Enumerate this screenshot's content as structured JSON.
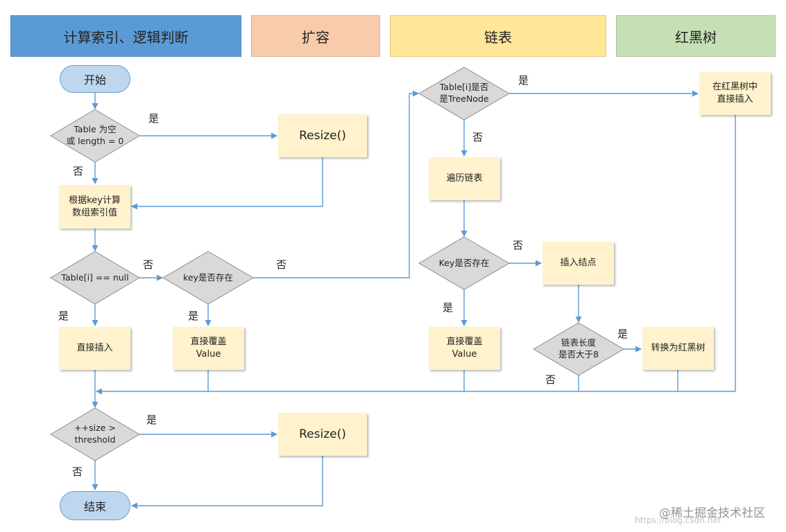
{
  "lanes": {
    "hash": "计算索引、逻辑判断",
    "resize": "扩容",
    "list": "链表",
    "rbtree": "红黑树"
  },
  "nodes": {
    "start": "开始",
    "d_empty_1": "Table 为空",
    "d_empty_2": "或 length = 0",
    "resize_1": "Resize()",
    "calc_1": "根据key计算",
    "calc_2": "数组索引值",
    "d_null": "Table[i] == null",
    "d_key1": "key是否存在",
    "direct_insert": "直接插入",
    "override1_1": "直接覆盖",
    "override1_2": "Value",
    "d_tree_1": "Table[i]是否",
    "d_tree_2": "是TreeNode",
    "rb_insert_1": "在红黑树中",
    "rb_insert_2": "直接插入",
    "traverse": "遍历链表",
    "d_key2": "Key是否存在",
    "insert_node": "插入结点",
    "override2_1": "直接覆盖",
    "override2_2": "Value",
    "d_len_1": "链表长度",
    "d_len_2": "是否大于8",
    "to_rbtree": "转换为红黑树",
    "d_size_1": "++size >",
    "d_size_2": "threshold",
    "resize_2": "Resize()",
    "end": "结束"
  },
  "labels": {
    "empty_yes": "是",
    "empty_no": "否",
    "null_no": "否",
    "null_yes": "是",
    "key1_no": "否",
    "key1_yes": "是",
    "tree_yes": "是",
    "tree_no": "否",
    "key2_no": "否",
    "key2_yes": "是",
    "len_yes": "是",
    "len_no": "否",
    "size_yes": "是",
    "size_no": "否"
  },
  "watermark": {
    "line1": "@稀土掘金技术社区",
    "line2": "https://blog.csdn.net"
  },
  "colors": {
    "lane_hash": "#5b9bd5",
    "lane_resize": "#f8cbad",
    "lane_list": "#ffe699",
    "lane_rbtree": "#c5e0b4",
    "process": "#fff2cc",
    "decision": "#d9d9d9",
    "terminal": "#bdd7ee",
    "arrow": "#5b9bd5"
  }
}
